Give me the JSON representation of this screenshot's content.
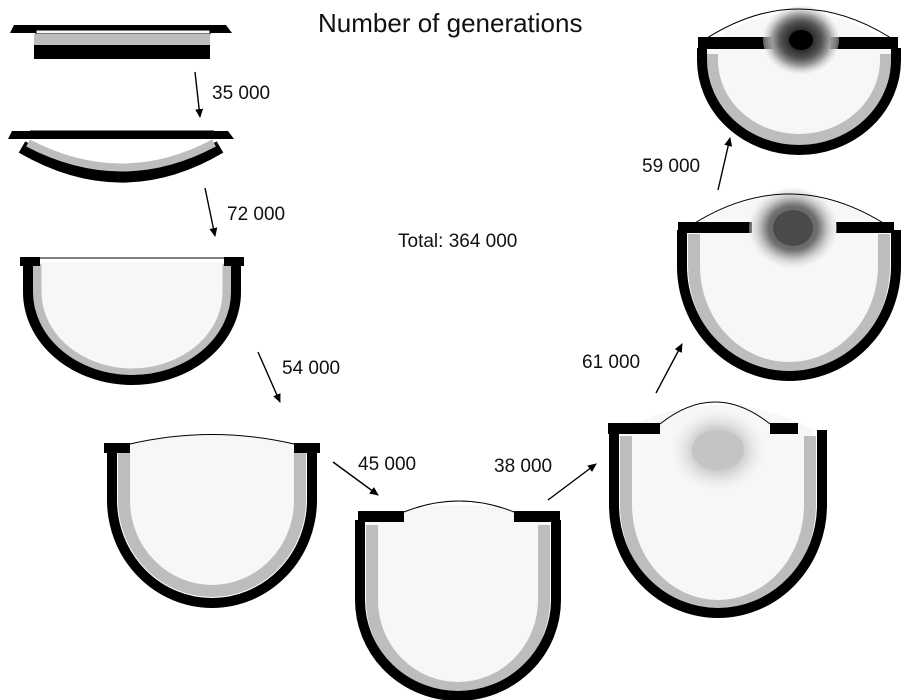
{
  "title": "Number of generations",
  "total": "Total: 364 000",
  "steps": [
    {
      "label": "35 000",
      "generations": 35000
    },
    {
      "label": "72 000",
      "generations": 72000
    },
    {
      "label": "54 000",
      "generations": 54000
    },
    {
      "label": "45 000",
      "generations": 45000
    },
    {
      "label": "38 000",
      "generations": 38000
    },
    {
      "label": "61 000",
      "generations": 61000
    },
    {
      "label": "59 000",
      "generations": 59000
    }
  ],
  "colors": {
    "outer": "#000000",
    "inner": "#bdbdbd",
    "fill": "#f7f7f7",
    "background": "#ffffff"
  }
}
